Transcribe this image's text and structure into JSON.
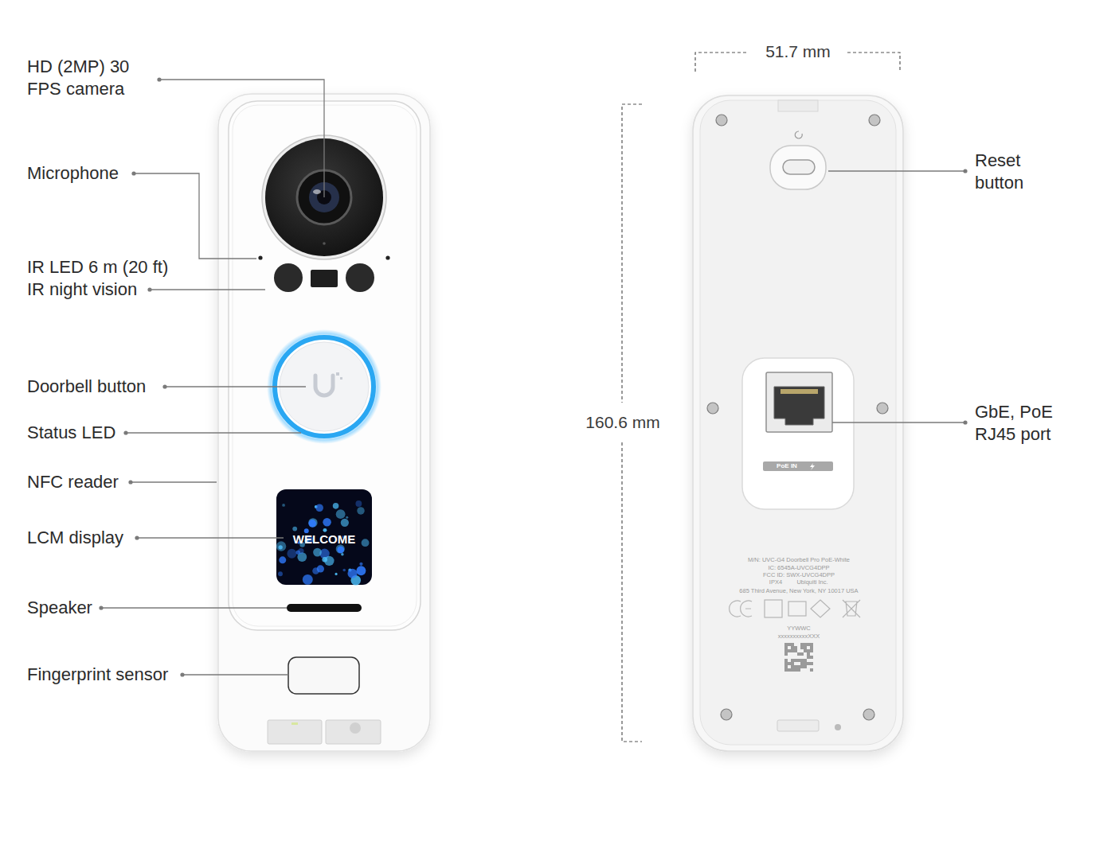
{
  "diagram": {
    "labels": [
      "HD (2MP) 30 FPS camera",
      "Microphone",
      "IR LED 6 m (20 ft) IR night vision",
      "Doorbell button",
      "Status LED",
      "NFC reader",
      "LCM display",
      "Speaker",
      "Fingerprint sensor",
      "WELCOME",
      "51.7 mm",
      "160.6 mm",
      "Reset button",
      "GbE, PoE RJ45 port",
      "PoE IN",
      "M/N: UVC-G4 Doorbell Pro PoE-White",
      "IC: 6545A-UVCG4DPP",
      "FCC ID: SWX-UVCG4DPP",
      "IPX4",
      "Ubiquiti Inc.",
      "685 Third Avenue, New York, NY 10017 USA",
      "YYWWC",
      "xxxxxxxxxxXXX"
    ]
  }
}
